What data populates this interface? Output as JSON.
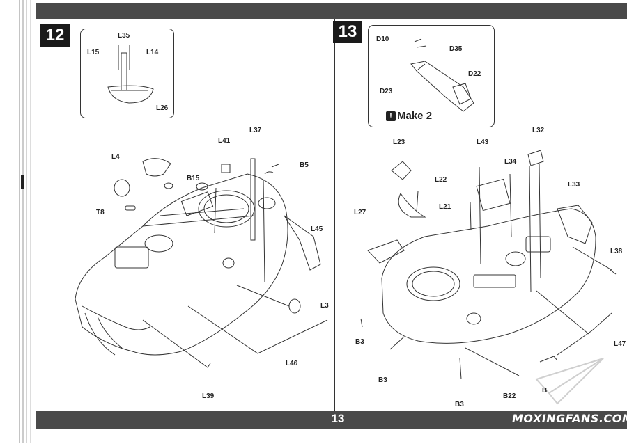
{
  "page_number": "13",
  "watermark": "MOXINGFANS.COM",
  "steps": [
    {
      "number": "12",
      "inset_labels": [
        "L35",
        "L15",
        "L14",
        "L26"
      ],
      "labels": [
        "L4",
        "L41",
        "L37",
        "B15",
        "B5",
        "T8",
        "L45",
        "L3",
        "L46",
        "L39"
      ]
    },
    {
      "number": "13",
      "inset_labels": [
        "D10",
        "D35",
        "D22",
        "D23"
      ],
      "inset_note": "Make 2",
      "labels": [
        "L23",
        "L43",
        "L32",
        "L34",
        "L22",
        "L33",
        "L27",
        "L21",
        "L38",
        "B3",
        "L47",
        "B3",
        "B3",
        "B22",
        "B"
      ]
    }
  ]
}
